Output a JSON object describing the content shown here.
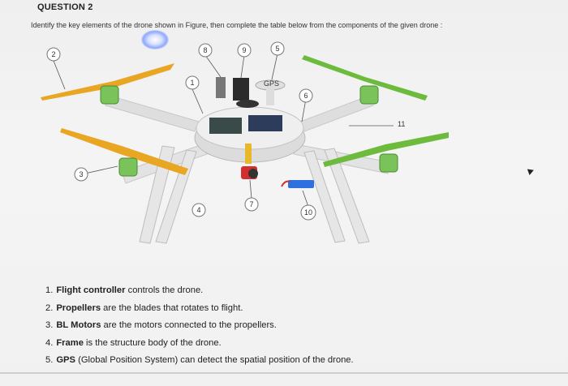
{
  "question": {
    "title": "QUESTION 2",
    "instruction": "Identify the key elements of the drone shown in Figure, then complete the table below from the components of the given drone :"
  },
  "figure": {
    "labels": [
      "1",
      "2",
      "3",
      "4",
      "5",
      "6",
      "7",
      "8",
      "9",
      "10",
      "11"
    ],
    "gps_text": "GPS",
    "colors": {
      "propeller_orange": "#e8a623",
      "propeller_green": "#6dbb3d",
      "frame": "#dcdcdc",
      "motor_green": "#7ac35a",
      "battery_blue": "#2f6fe0",
      "camera_red": "#d32f2f"
    }
  },
  "list": [
    {
      "num": "1.",
      "term": "Flight controller",
      "rest": " controls the drone."
    },
    {
      "num": "2.",
      "term": "Propellers",
      "rest": " are the blades that rotates to flight."
    },
    {
      "num": "3.",
      "term": "BL Motors",
      "rest": " are the motors connected to the propellers."
    },
    {
      "num": "4.",
      "term": "Frame",
      "rest": " is the structure body of the drone."
    },
    {
      "num": "5.",
      "term": "GPS",
      "rest": " (Global Position System) can detect the spatial position of the drone."
    }
  ]
}
